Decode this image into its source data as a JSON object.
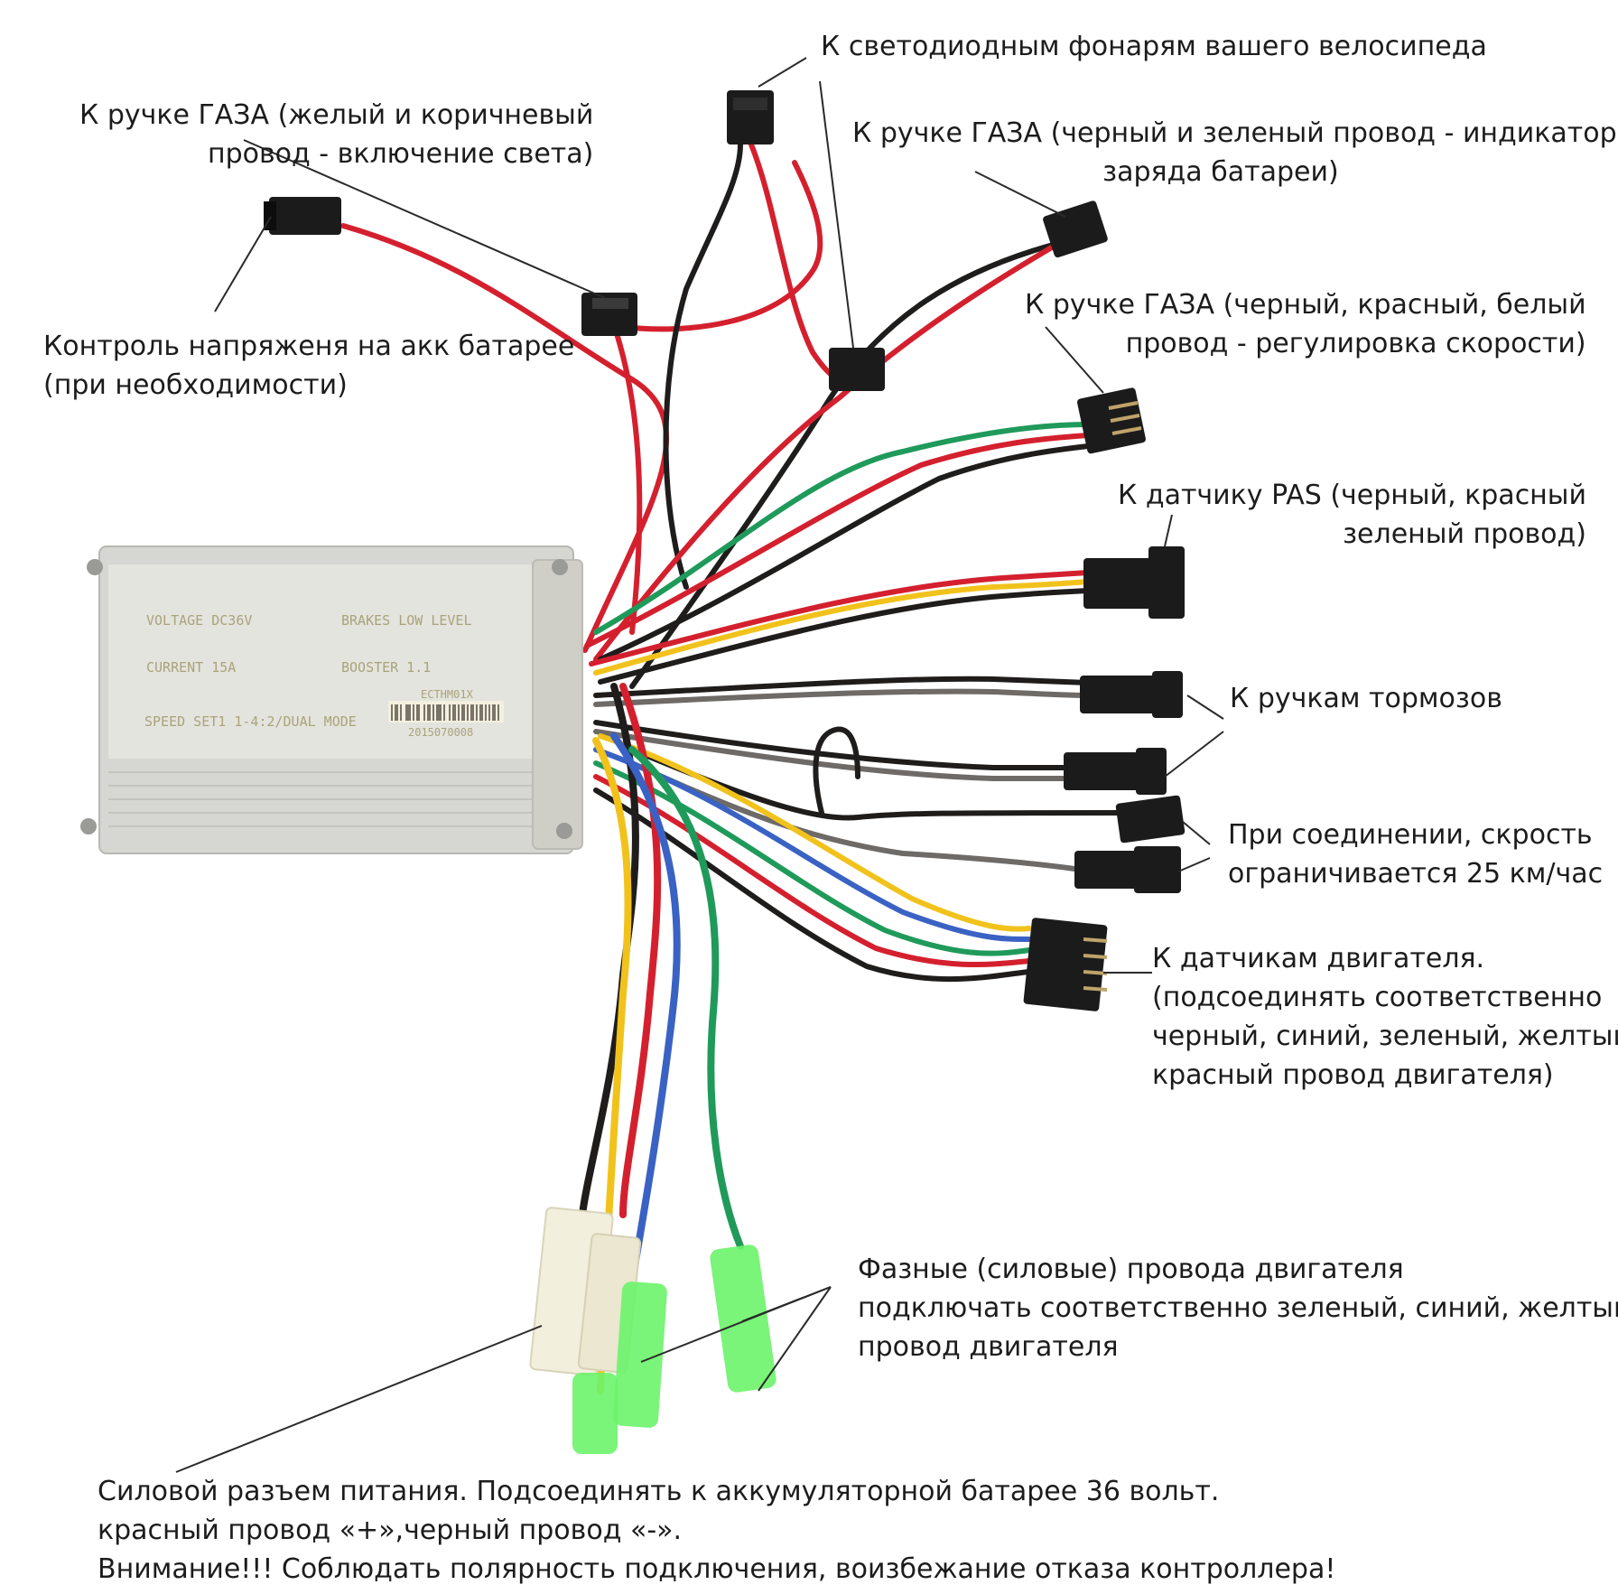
{
  "colors": {
    "wire_red": "#d4202e",
    "wire_black": "#1f1d1c",
    "wire_green": "#1f9a5a",
    "wire_yellow": "#f2c21c",
    "wire_blue": "#3a62c4",
    "wire_gray": "#6d6a68",
    "connector_black": "#1b1b1b",
    "terminal_green": "#6cf36a",
    "power_plug": "#f2efdc",
    "controller_body": "#dcdcd8",
    "label_text": "#1c1c1c",
    "leader_line": "#2a2a2a"
  },
  "controller": {
    "voltage": "VOLTAGE  DC36V",
    "current": "CURRENT  15A",
    "speed": "SPEED SET1 1-4:2/DUAL MODE",
    "brakes": "BRAKES LOW LEVEL",
    "booster": "BOOSTER 1.1",
    "model": "ECTHM01X",
    "serial": "2015070008"
  },
  "labels": {
    "led_lights": {
      "lines": [
        "К светодиодным фонарям вашего велосипеда"
      ]
    },
    "throttle_light": {
      "lines": [
        "К ручке ГАЗА (желый и коричневый",
        "провод - включение света)"
      ]
    },
    "throttle_battery": {
      "lines": [
        "К ручке ГАЗА (черный и зеленый провод - индикатор",
        "заряда батареи)"
      ]
    },
    "voltage_control": {
      "lines": [
        "Контроль напряженя на акк батарее",
        "(при необходимости)"
      ]
    },
    "throttle_speed": {
      "lines": [
        "К ручке ГАЗА (черный, красный, белый",
        "провод - регулировка скорости)"
      ]
    },
    "pas_sensor": {
      "lines": [
        "К датчику PAS (черный, красный",
        "зеленый провод)"
      ]
    },
    "brakes": {
      "lines": [
        "К ручкам тормозов"
      ]
    },
    "speed_limit": {
      "lines": [
        "При соединении, скрость",
        "ограничивается 25 км/час"
      ]
    },
    "motor_sensors": {
      "lines": [
        "К датчикам двигателя.",
        "(подсоединять соответственно",
        "черный, синий, зеленый, желтый",
        "красный провод двигателя)"
      ]
    },
    "phase_wires": {
      "lines": [
        "Фазные (силовые) провода двигателя",
        "подключать соответственно зеленый, синий, желтый",
        "провод двигателя"
      ]
    },
    "power_connector": {
      "lines": [
        "Силовой разъем питания. Подсоединять к аккумуляторной батарее 36 вольт.",
        "красный провод «+»,черный провод «-».",
        "Внимание!!! Соблюдать полярность подключения, воизбежание отказа контроллера!"
      ]
    }
  }
}
